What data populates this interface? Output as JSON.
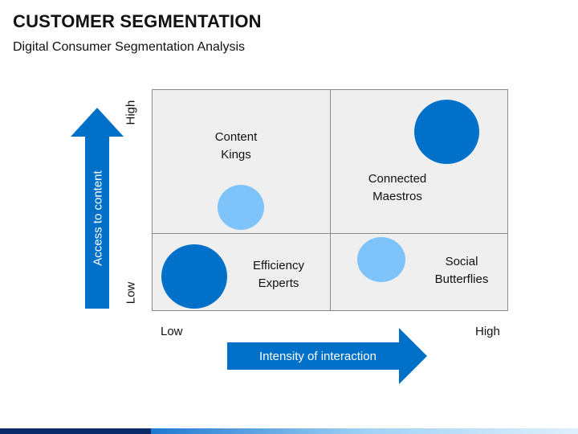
{
  "header": {
    "title": "CUSTOMER SEGMENTATION",
    "subtitle": "Digital Consumer Segmentation Analysis"
  },
  "quadrants": {
    "top_left": "Content\nKings",
    "top_right": "Connected\nMaestros",
    "bottom_left": "Efficiency\nExperts",
    "bottom_right": "Social\nButterflies"
  },
  "y_axis": {
    "label": "Access to  content",
    "high": "High",
    "low": "Low"
  },
  "x_axis": {
    "label": "Intensity of interaction",
    "low": "Low",
    "high": "High"
  },
  "colors": {
    "dark_blue": "#0070c8",
    "light_blue": "#7ec4fa",
    "grid_bg": "#efefef"
  }
}
